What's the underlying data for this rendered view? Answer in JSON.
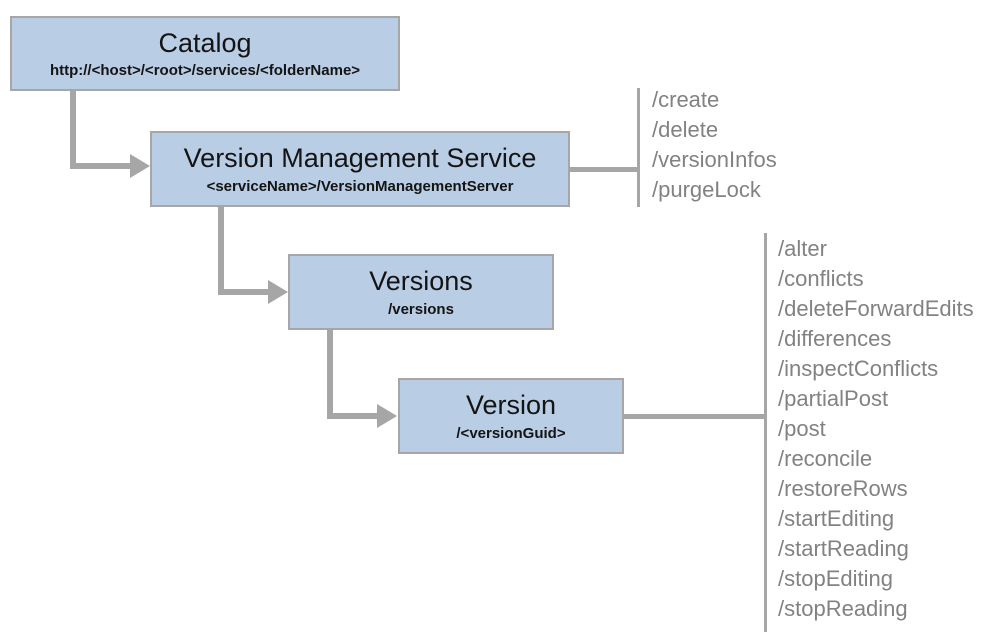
{
  "nodes": {
    "catalog": {
      "title": "Catalog",
      "subtitle": "http://<host>/<root>/services/<folderName>"
    },
    "version_management_service": {
      "title": "Version Management Service",
      "subtitle": "<serviceName>/VersionManagementServer"
    },
    "versions": {
      "title": "Versions",
      "subtitle": "/versions"
    },
    "version": {
      "title": "Version",
      "subtitle": "/<versionGuid>"
    }
  },
  "vms_operations": [
    "/create",
    "/delete",
    "/versionInfos",
    "/purgeLock"
  ],
  "version_operations": [
    "/alter",
    "/conflicts",
    "/deleteForwardEdits",
    "/differences",
    "/inspectConflicts",
    "/partialPost",
    "/post",
    "/reconcile",
    "/restoreRows",
    "/startEditing",
    "/startReading",
    "/stopEditing",
    "/stopReading"
  ],
  "colors": {
    "box_fill": "#b9cde5",
    "box_border": "#a6a6a6",
    "connector": "#a6a6a6",
    "operation_text": "#828282",
    "title_text": "#141414",
    "background": "#ffffff"
  }
}
